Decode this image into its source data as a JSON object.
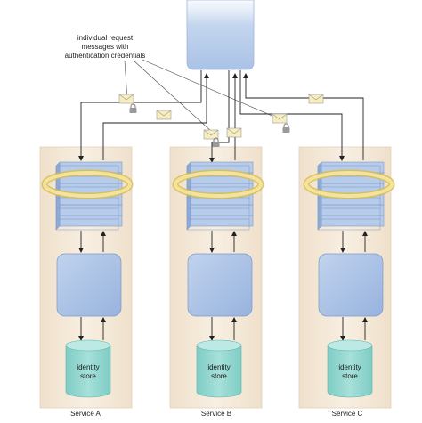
{
  "callout": {
    "lines": [
      "individual request",
      "messages with",
      "authentication credentials"
    ]
  },
  "services": [
    {
      "name": "Service A",
      "store_line1": "identity",
      "store_line2": "store"
    },
    {
      "name": "Service B",
      "store_line1": "identity",
      "store_line2": "store"
    },
    {
      "name": "Service C",
      "store_line1": "identity",
      "store_line2": "store"
    }
  ],
  "icons": {
    "message": "envelope-icon",
    "credential": "padlock-icon"
  },
  "colors": {
    "client_fill": "#b7cce9",
    "service_column": "#f3e7d6",
    "service_column_stroke": "#e3d2bb",
    "stack_fill": "#a9c2e6",
    "stack_stroke": "#7d99c5",
    "ring": "#f2dc86",
    "ring_stroke": "#d8bc52",
    "logic_fill": "#a9c2e6",
    "store_fill": "#8fd6cf",
    "store_top": "#b7e6e1",
    "envelope": "#f6eec1",
    "lock": "#9a9a9a",
    "line": "#222222"
  }
}
